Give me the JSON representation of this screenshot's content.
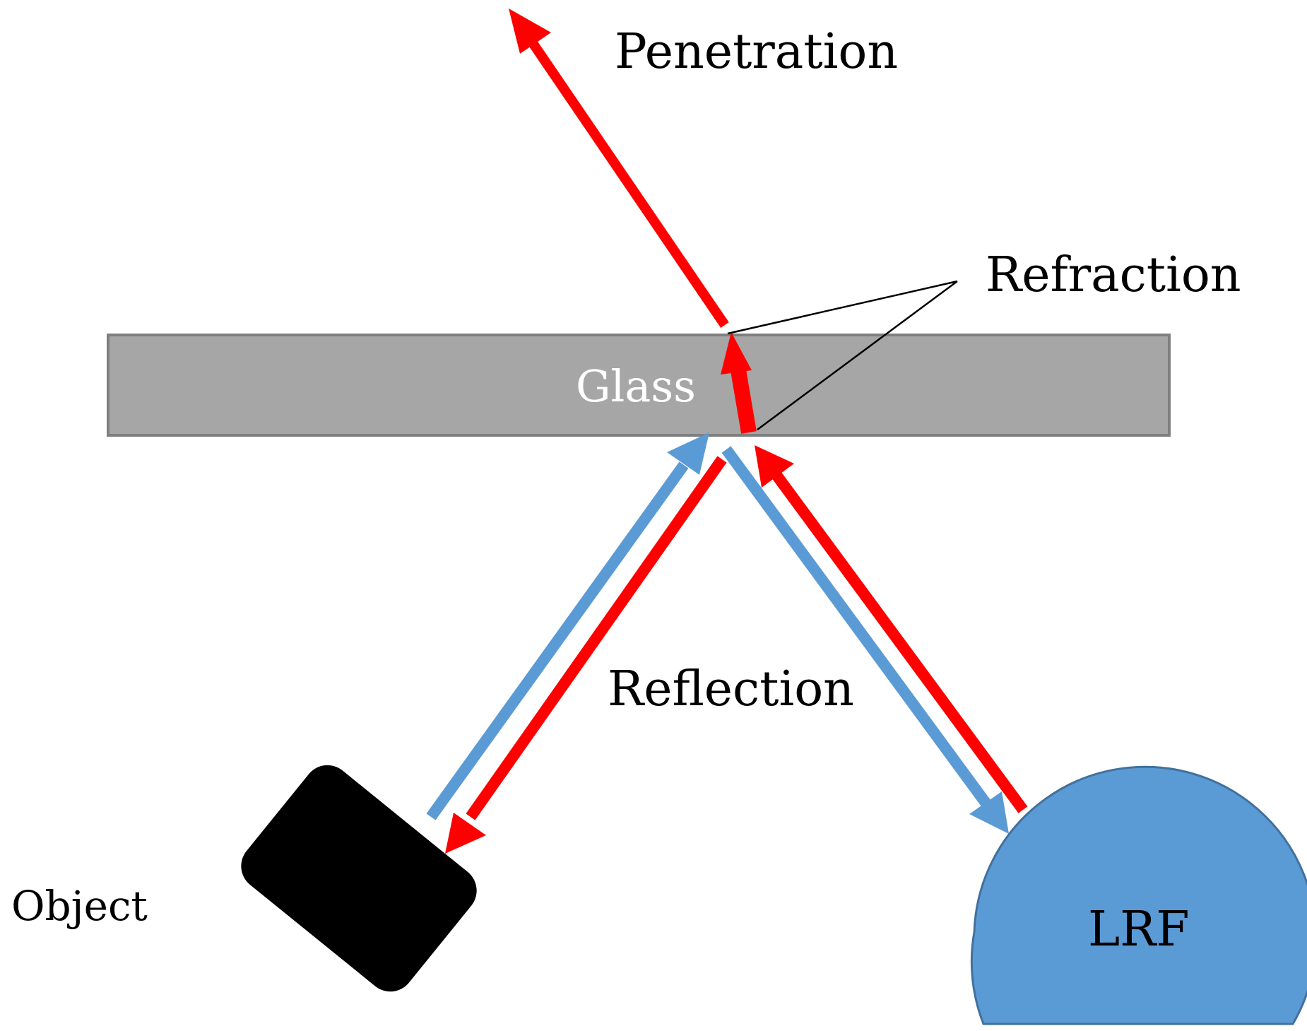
{
  "labels": {
    "penetration": "Penetration",
    "refraction": "Refraction",
    "glass": "Glass",
    "reflection": "Reflection",
    "object": "Object",
    "lrf": "LRF"
  },
  "colors": {
    "laser_red": "#ff0000",
    "reflected_blue": "#5b9bd5",
    "glass_fill": "#a6a6a6",
    "glass_border": "#7f7f7f",
    "glass_text": "#ffffff",
    "lrf_fill": "#5b9bd5",
    "lrf_border": "#41719c",
    "object_fill": "#000000"
  },
  "icons": {
    "object": "object-block-icon",
    "lrf": "lrf-sensor-icon"
  }
}
